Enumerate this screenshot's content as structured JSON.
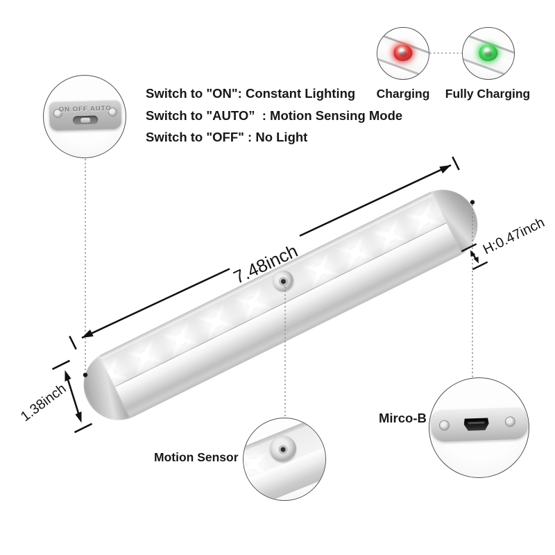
{
  "switch_callout": {
    "label": "ON OFF AUTO"
  },
  "instructions": {
    "line1": "Switch to \"ON\": Constant Lighting",
    "line2": "Switch to \"AUTO”  : Motion Sensing Mode",
    "line3": "Switch to \"OFF\" : No Light"
  },
  "charging": {
    "charging_label": "Charging",
    "fully_charging_label": "Fully Charging",
    "charging_led_color": "#e23c3c",
    "fully_charging_led_color": "#3ed154"
  },
  "dimensions": {
    "length": "7.48inch",
    "height": "H:0.47inch",
    "width": "1.38inch"
  },
  "callouts": {
    "motion_sensor": "Motion Sensor",
    "usb_port": "Mirco-B"
  },
  "light_bar": {
    "led_count": 10
  }
}
